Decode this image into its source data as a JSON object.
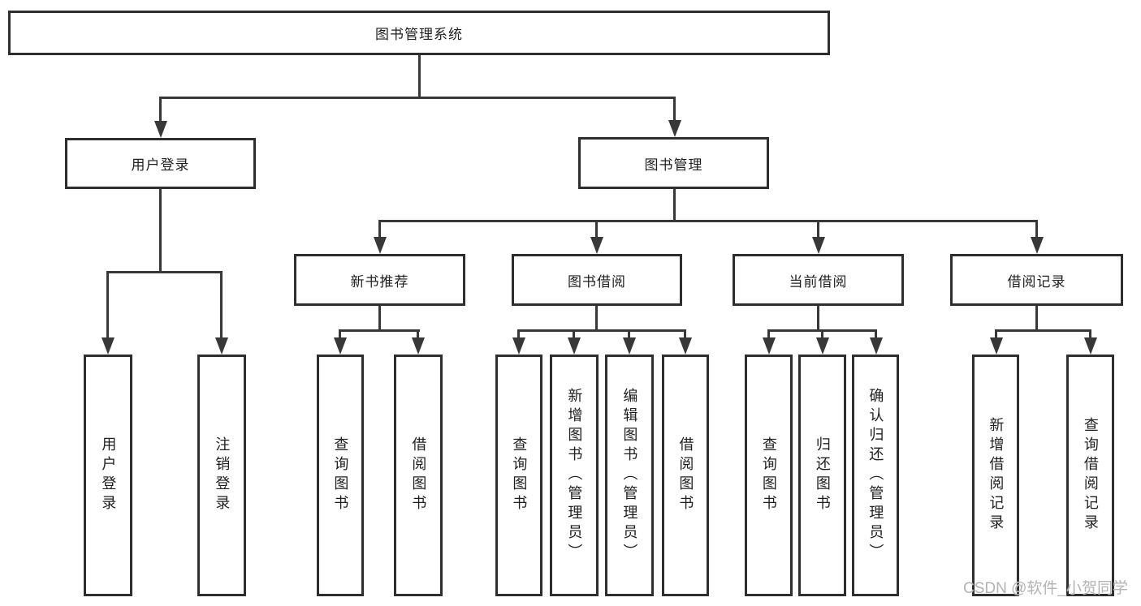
{
  "diagram": {
    "root": {
      "label": "图书管理系统"
    },
    "level2": [
      {
        "label": "用户登录"
      },
      {
        "label": "图书管理"
      }
    ],
    "level3": [
      {
        "label": "新书推荐"
      },
      {
        "label": "图书借阅"
      },
      {
        "label": "当前借阅"
      },
      {
        "label": "借阅记录"
      }
    ],
    "leaves": {
      "user": [
        {
          "label": "用户登录"
        },
        {
          "label": "注销登录"
        }
      ],
      "newbook": [
        {
          "label": "查询图书"
        },
        {
          "label": "借阅图书"
        }
      ],
      "borrow": [
        {
          "label": "查询图书"
        },
        {
          "label": "新增图书（管理员）"
        },
        {
          "label": "编辑图书（管理员）"
        },
        {
          "label": "借阅图书"
        }
      ],
      "current": [
        {
          "label": "查询图书"
        },
        {
          "label": "归还图书"
        },
        {
          "label": "确认归还（管理员）"
        }
      ],
      "records": [
        {
          "label": "新增借阅记录"
        },
        {
          "label": "查询借阅记录"
        }
      ]
    }
  },
  "watermark": {
    "text": "CSDN @软件_小贺同学"
  },
  "colors": {
    "line": "#383838",
    "box_border": "#2e2e2e",
    "text": "#1f1f1f",
    "watermark": "#b3b3b3",
    "background": "#ffffff"
  }
}
